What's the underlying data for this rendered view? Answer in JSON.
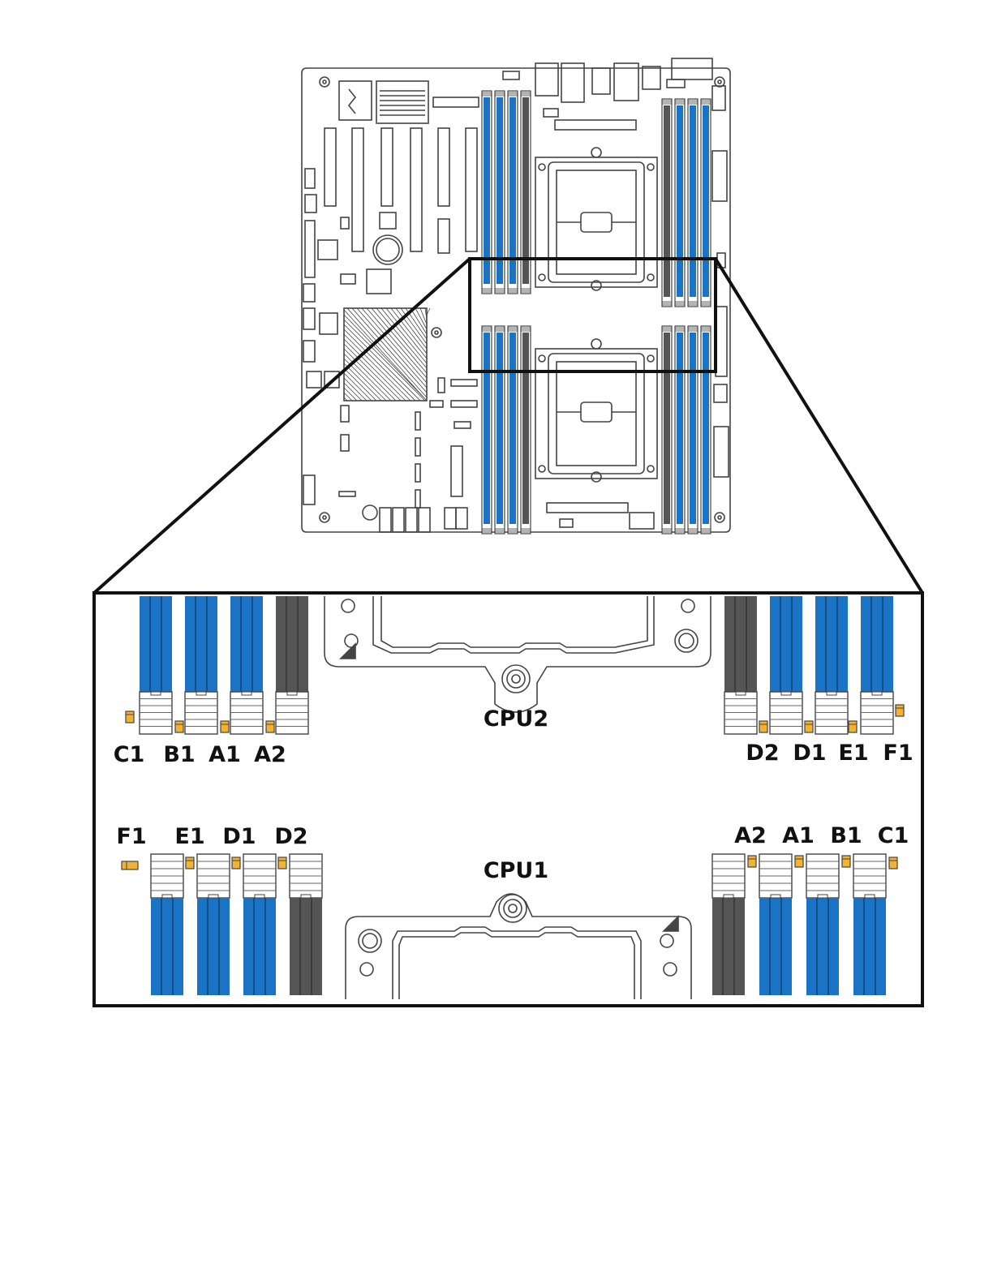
{
  "colors": {
    "dimm_blue": "#1a73c4",
    "dimm_gray": "#555555",
    "led_amber": "#f2b233",
    "outline": "#1a1a1a",
    "board_line": "#444444"
  },
  "board": {
    "name": "motherboard-top-view"
  },
  "zoom": {
    "cpu2": {
      "label": "CPU2",
      "left_bank": {
        "slots": [
          {
            "color": "blue"
          },
          {
            "color": "blue"
          },
          {
            "color": "blue"
          },
          {
            "color": "gray"
          }
        ],
        "labels": [
          "C1",
          "B1",
          "A1",
          "A2"
        ]
      },
      "right_bank": {
        "slots": [
          {
            "color": "gray"
          },
          {
            "color": "blue"
          },
          {
            "color": "blue"
          },
          {
            "color": "blue"
          }
        ],
        "labels": [
          "D2",
          "D1",
          "E1",
          "F1"
        ]
      }
    },
    "cpu1": {
      "label": "CPU1",
      "left_bank": {
        "slots": [
          {
            "color": "blue"
          },
          {
            "color": "blue"
          },
          {
            "color": "blue"
          },
          {
            "color": "gray"
          }
        ],
        "labels": [
          "F1",
          "E1",
          "D1",
          "D2"
        ]
      },
      "right_bank": {
        "slots": [
          {
            "color": "gray"
          },
          {
            "color": "blue"
          },
          {
            "color": "blue"
          },
          {
            "color": "blue"
          }
        ],
        "labels": [
          "A2",
          "A1",
          "B1",
          "C1"
        ]
      }
    }
  }
}
